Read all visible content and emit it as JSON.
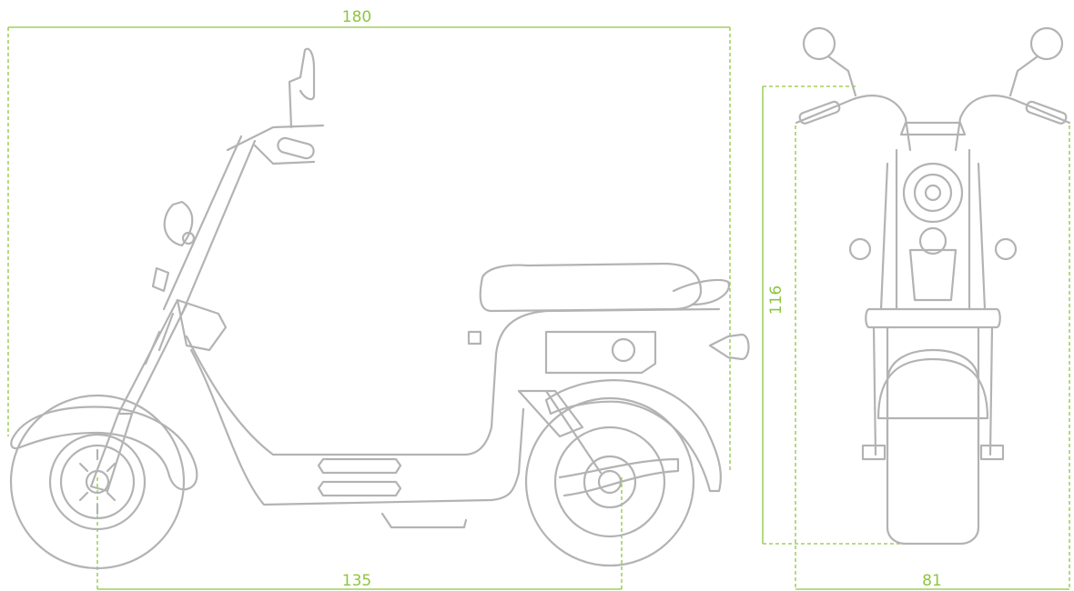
{
  "dimensions": {
    "overall_length": "180",
    "wheelbase": "135",
    "height": "116",
    "width": "81"
  },
  "colors": {
    "dimension_line": "#8dc63f",
    "line_art": "#b3b3b3",
    "background": "#ffffff"
  },
  "views": [
    "side-view",
    "front-view"
  ]
}
